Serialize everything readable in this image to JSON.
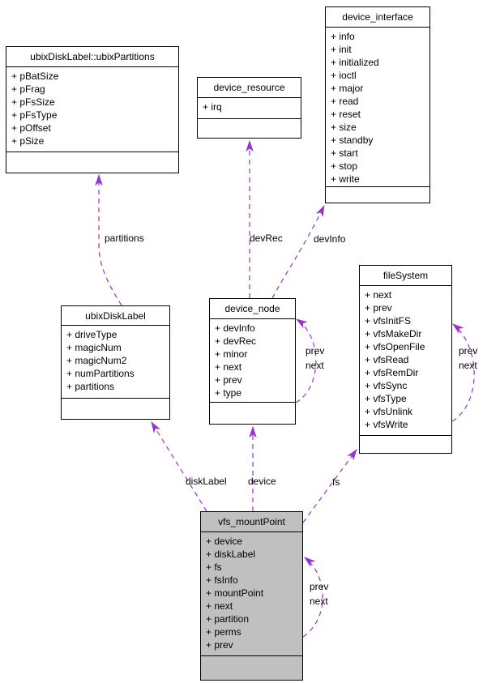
{
  "diagram": {
    "type": "uml-collaboration-diagram",
    "colors": {
      "edge": "#9a32cd",
      "border": "#000000",
      "box_fill": "#ffffff",
      "highlight_fill": "#c0c0c0",
      "background": "#ffffff",
      "text": "#000000"
    }
  },
  "classes": [
    {
      "name": "ubixDiskLabel::ubixPartitions",
      "fields": [
        "+ pBatSize",
        "+ pFrag",
        "+ pFsSize",
        "+ pFsType",
        "+ pOffset",
        "+ pSize"
      ]
    },
    {
      "name": "device_resource",
      "fields": [
        "+ irq"
      ]
    },
    {
      "name": "device_interface",
      "fields": [
        "+ info",
        "+ init",
        "+ initialized",
        "+ ioctl",
        "+ major",
        "+ read",
        "+ reset",
        "+ size",
        "+ standby",
        "+ start",
        "+ stop",
        "+ write"
      ]
    },
    {
      "name": "ubixDiskLabel",
      "fields": [
        "+ driveType",
        "+ magicNum",
        "+ magicNum2",
        "+ numPartitions",
        "+ partitions"
      ]
    },
    {
      "name": "device_node",
      "fields": [
        "+ devInfo",
        "+ devRec",
        "+ minor",
        "+ next",
        "+ prev",
        "+ type"
      ]
    },
    {
      "name": "fileSystem",
      "fields": [
        "+ next",
        "+ prev",
        "+ vfsInitFS",
        "+ vfsMakeDir",
        "+ vfsOpenFile",
        "+ vfsRead",
        "+ vfsRemDir",
        "+ vfsSync",
        "+ vfsType",
        "+ vfsUnlink",
        "+ vfsWrite"
      ]
    },
    {
      "name": "vfs_mountPoint",
      "highlighted": true,
      "fields": [
        "+ device",
        "+ diskLabel",
        "+ fs",
        "+ fsInfo",
        "+ mountPoint",
        "+ next",
        "+ partition",
        "+ perms",
        "+ prev"
      ]
    }
  ],
  "edges": [
    {
      "label": "partitions"
    },
    {
      "label": "devRec"
    },
    {
      "label": "devInfo"
    },
    {
      "labels": {
        "prev": "prev",
        "next": "next"
      }
    },
    {
      "labels": {
        "prev": "prev",
        "next": "next"
      }
    },
    {
      "label": "diskLabel"
    },
    {
      "label": "device"
    },
    {
      "label": "fs"
    },
    {
      "labels": {
        "prev": "prev",
        "next": "next"
      }
    }
  ]
}
